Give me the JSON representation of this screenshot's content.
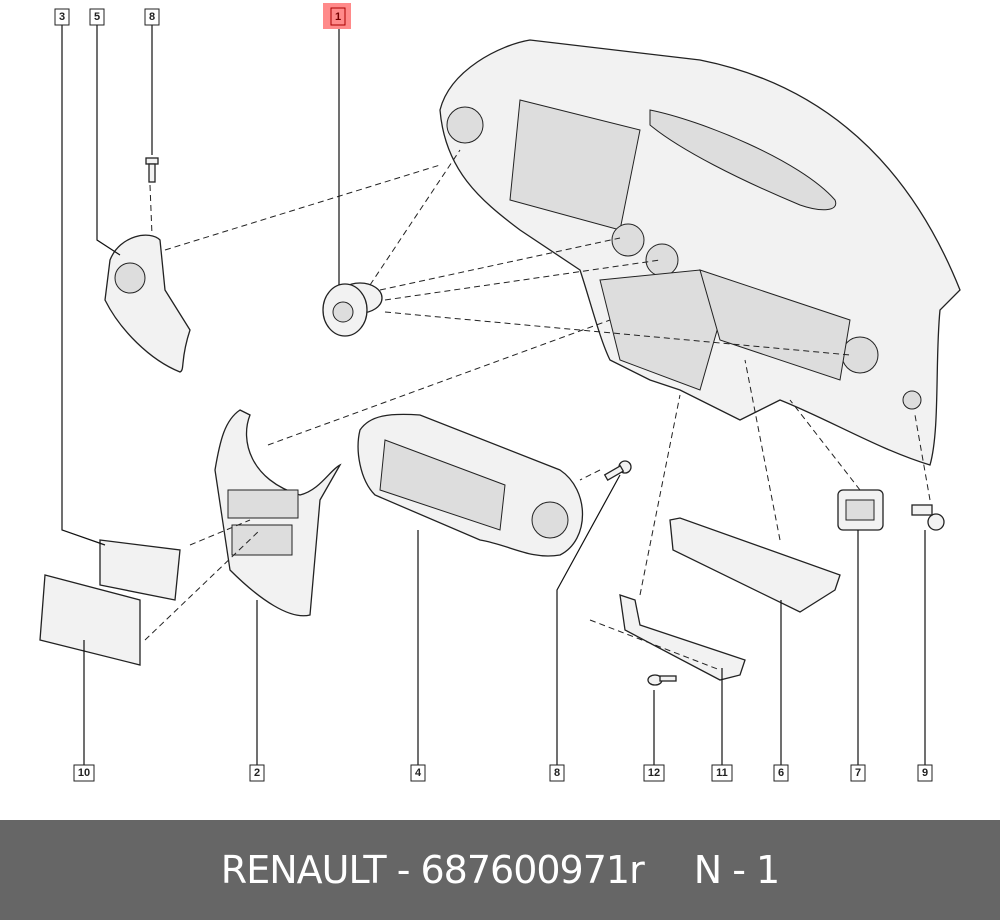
{
  "diagram": {
    "highlight_color": "#ff8a8a",
    "callouts": {
      "top": [
        "3",
        "5",
        "8",
        "1"
      ],
      "bottom": [
        "10",
        "2",
        "4",
        "8",
        "12",
        "11",
        "6",
        "7",
        "9"
      ]
    },
    "highlighted_part": "1"
  },
  "footer": {
    "brand": "RENAULT",
    "separator": " - ",
    "part_number": "687600971r",
    "page": "N - 1"
  }
}
